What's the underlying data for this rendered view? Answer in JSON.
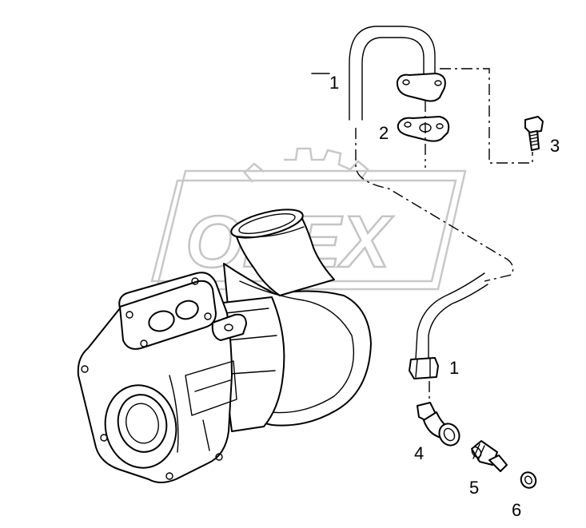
{
  "watermark": {
    "text": "OPEX"
  },
  "callouts": [
    {
      "id": "1a",
      "label": "1"
    },
    {
      "id": "2",
      "label": "2"
    },
    {
      "id": "3",
      "label": "3"
    },
    {
      "id": "1b",
      "label": "1"
    },
    {
      "id": "4",
      "label": "4"
    },
    {
      "id": "5",
      "label": "5"
    },
    {
      "id": "6",
      "label": "6"
    }
  ]
}
